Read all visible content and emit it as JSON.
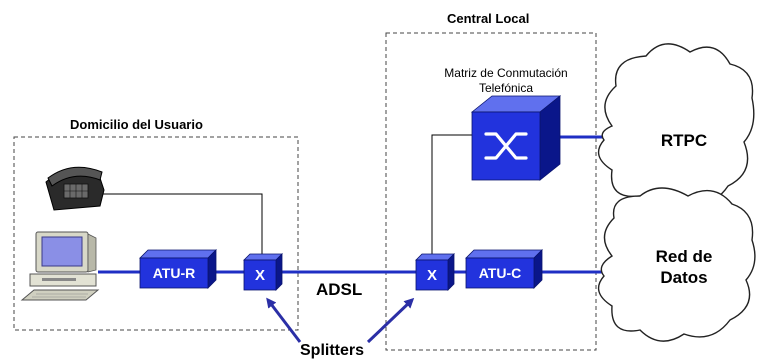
{
  "domicilio": {
    "title": "Domicilio del Usuario",
    "atu_r": "ATU-R",
    "splitter": "X"
  },
  "central": {
    "title": "Central Local",
    "matriz_line1": "Matriz de Conmutación",
    "matriz_line2": "Telefónica",
    "atu_c": "ATU-C",
    "splitter": "X"
  },
  "link": {
    "label": "ADSL"
  },
  "splitters_label": "Splitters",
  "clouds": {
    "rtpc": "RTPC",
    "red_line1": "Red de",
    "red_line2": "Datos"
  },
  "colors": {
    "box_front": "#2233dd",
    "box_top": "#6070ee",
    "box_side": "#0a168a",
    "line": "#1f2fc4",
    "arrow": "#2b2fa6"
  }
}
